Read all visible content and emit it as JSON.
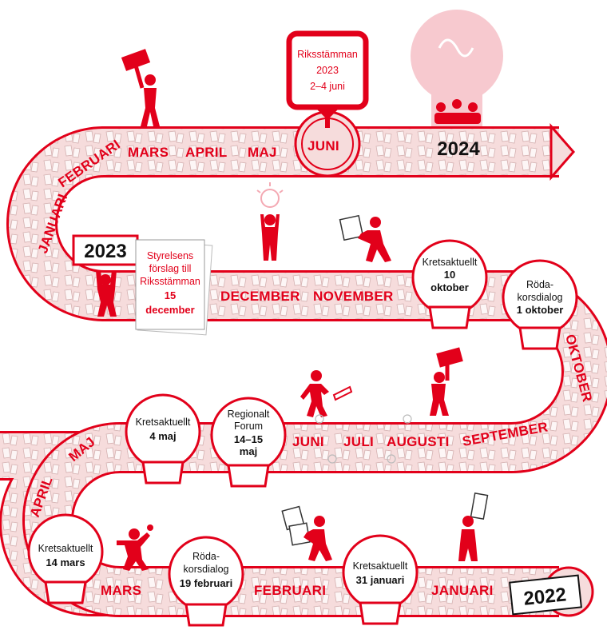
{
  "colors": {
    "accent": "#e2001a",
    "road": "#f6dcdc",
    "roadEdge": "#e2001a",
    "bulb": "#f7c9cf"
  },
  "years": {
    "start": "2022",
    "mid": "2023",
    "end": "2024"
  },
  "meeting_sign": {
    "line1": "Riksstämman",
    "line2": "2023",
    "line3": "2–4 juni"
  },
  "document": {
    "line1": "Styrelsens",
    "line2": "förslag till",
    "line3": "Riksstämman",
    "line4": "15",
    "line5": "december"
  },
  "months": {
    "row1": [
      "JANUARI",
      "FEBRUARI",
      "MARS",
      "APRIL",
      "MAJ",
      "JUNI"
    ],
    "row2": [
      "DECEMBER",
      "NOVEMBER",
      "OKTOBER"
    ],
    "row3": [
      "JUNI",
      "JULI",
      "AUGUSTI",
      "SEPTEMBER",
      "MAJ",
      "APRIL"
    ],
    "row4": [
      "MARS",
      "FEBRUARI",
      "JANUARI"
    ]
  },
  "bulbs": {
    "oct10": {
      "line1": "Kretsaktuellt",
      "line2": "10",
      "line3": "oktober"
    },
    "oct1": {
      "line1": "Röda-",
      "line2": "korsdialog",
      "line3": "1 oktober"
    },
    "may4": {
      "line1": "Kretsaktuellt",
      "line2": "4 maj"
    },
    "forum": {
      "line1": "Regionalt",
      "line2": "Forum",
      "line3": "14–15",
      "line4": "maj"
    },
    "mar14": {
      "line1": "Kretsaktuellt",
      "line2": "14 mars"
    },
    "feb19": {
      "line1": "Röda-",
      "line2": "korsdialog",
      "line3": "19 februari"
    },
    "jan31": {
      "line1": "Kretsaktuellt",
      "line2": "31 januari"
    }
  },
  "icons": [
    "person-sign-icon",
    "person-flag-icon",
    "person-idea-icon",
    "lightbulb-icon",
    "pencil-icon",
    "sun-icon"
  ]
}
